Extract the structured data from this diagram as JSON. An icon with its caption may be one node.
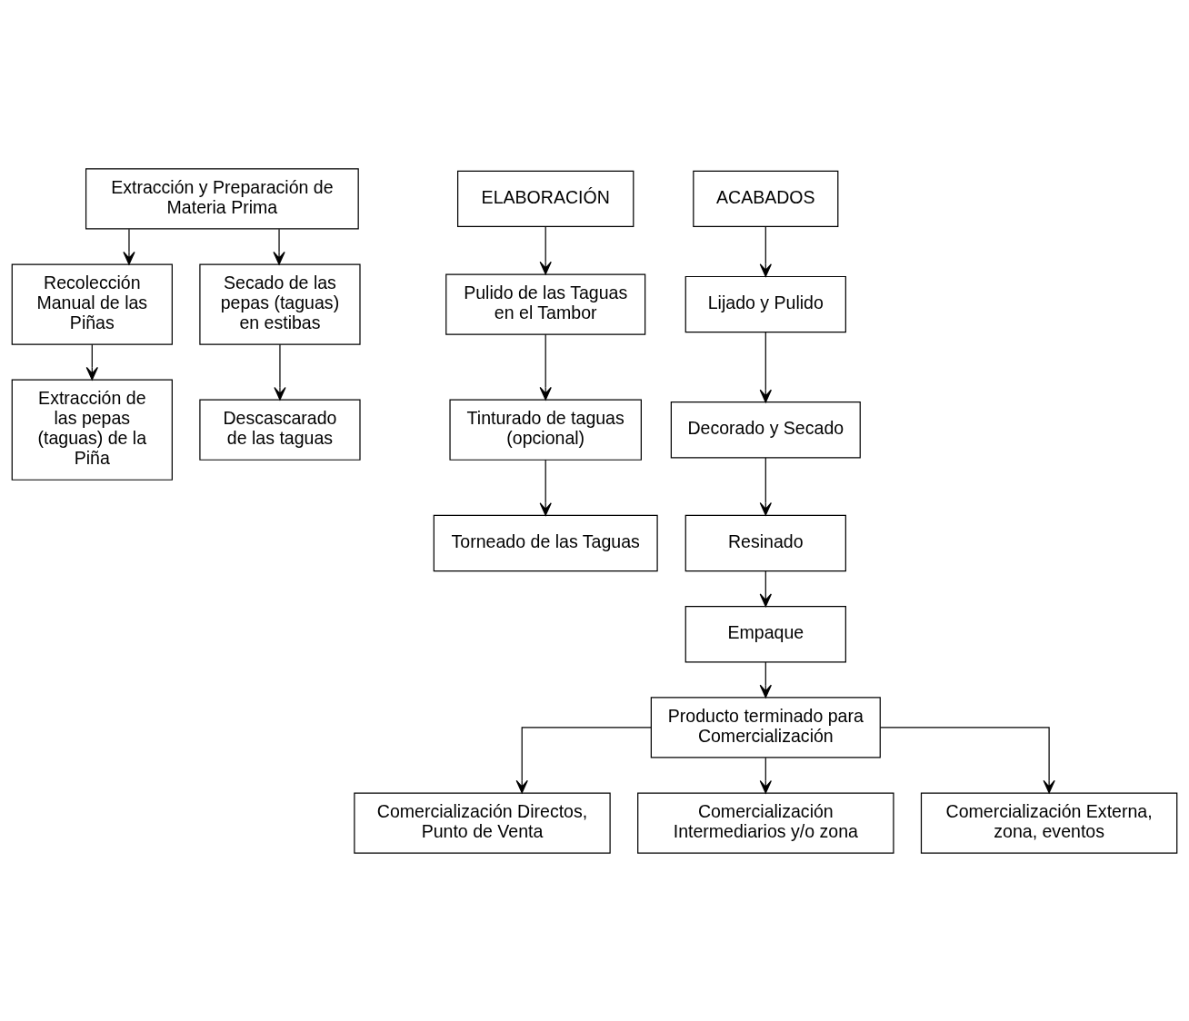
{
  "diagram": {
    "nodes": [
      {
        "text": [
          "Extracción y Preparación de Materia Prima"
        ]
      },
      {
        "text": [
          "ELABORACIÓN"
        ]
      },
      {
        "text": [
          "ACABADOS"
        ]
      },
      {
        "text": [
          "Recolección Manual de las Piñas"
        ]
      },
      {
        "text": [
          "Secado de las pepas (taguas) en estibas"
        ]
      },
      {
        "text": [
          "Pulido de las Taguas en el Tambor"
        ]
      },
      {
        "text": [
          "Lijado y Pulido"
        ]
      },
      {
        "text": [
          "Extracción de las pepas (taguas) de la Piña"
        ]
      },
      {
        "text": [
          "Descascarado de las taguas"
        ]
      },
      {
        "text": [
          "Tinturado de taguas (opcional)"
        ]
      },
      {
        "text": [
          "Decorado y Secado"
        ]
      },
      {
        "text": [
          "Torneado de las Taguas"
        ]
      },
      {
        "text": [
          "Resinado"
        ]
      },
      {
        "text": [
          "Empaque"
        ]
      },
      {
        "text": [
          "Producto terminado para Comercialización"
        ]
      },
      {
        "text": [
          "Comercialización Directos, Punto de Venta"
        ]
      },
      {
        "text": [
          "Comercialización Intermediarios y/o zona"
        ]
      },
      {
        "text": [
          "Comercialización Externa, zona, eventos"
        ]
      }
    ],
    "edges": [
      {
        "from": 0,
        "to": 3,
        "arrow": "to"
      },
      {
        "from": 0,
        "to": 4,
        "arrow": "to"
      },
      {
        "from": 3,
        "to": 7,
        "arrow": "to"
      },
      {
        "from": 4,
        "to": 8,
        "arrow": "to"
      },
      {
        "from": 1,
        "to": 5,
        "arrow": "to"
      },
      {
        "from": 5,
        "to": 9,
        "arrow": "to"
      },
      {
        "from": 9,
        "to": 11,
        "arrow": "to"
      },
      {
        "from": 2,
        "to": 6,
        "arrow": "to"
      },
      {
        "from": 6,
        "to": 10,
        "arrow": "to"
      },
      {
        "from": 10,
        "to": 12,
        "arrow": "to"
      },
      {
        "from": 12,
        "to": 13,
        "arrow": "to"
      },
      {
        "from": 13,
        "to": 14,
        "arrow": "to"
      },
      {
        "from": 14,
        "to": 15,
        "arrow": "to"
      },
      {
        "from": 14,
        "to": 16,
        "arrow": "to"
      },
      {
        "from": 14,
        "to": 17,
        "arrow": "to"
      }
    ]
  }
}
